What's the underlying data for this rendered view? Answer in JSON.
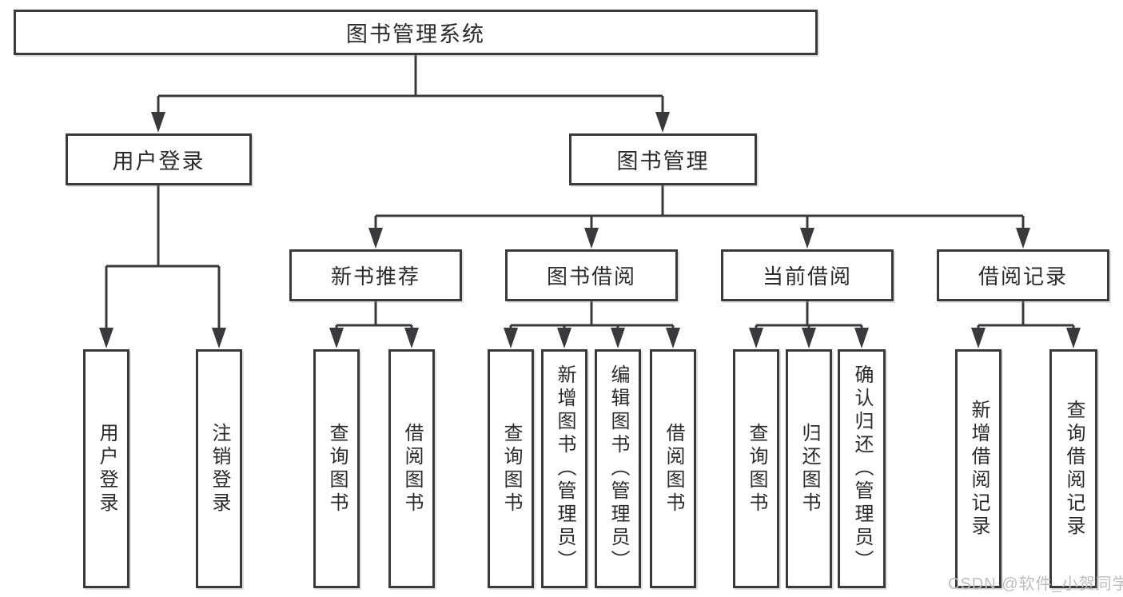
{
  "tree": {
    "root": "图书管理系统",
    "children": [
      {
        "label": "用户登录",
        "children": [
          "用户登录",
          "注销登录"
        ]
      },
      {
        "label": "图书管理",
        "children": [
          {
            "label": "新书推荐",
            "children": [
              "查询图书",
              "借阅图书"
            ]
          },
          {
            "label": "图书借阅",
            "children": [
              "查询图书",
              "新增图书（管理员）",
              "编辑图书（管理员）",
              "借阅图书"
            ]
          },
          {
            "label": "当前借阅",
            "children": [
              "查询图书",
              "归还图书",
              "确认归还（管理员）"
            ]
          },
          {
            "label": "借阅记录",
            "children": [
              "新增借阅记录",
              "查询借阅记录"
            ]
          }
        ]
      }
    ]
  },
  "watermark": "CSDN @软件_小贺同学",
  "colors": {
    "line": "#3a3a3c",
    "box_border": "#3a3a3c",
    "box_background": "#ffffff",
    "text": "#2b2b2b",
    "watermark": "#bdbdbd",
    "page_background": "#ffffff"
  }
}
